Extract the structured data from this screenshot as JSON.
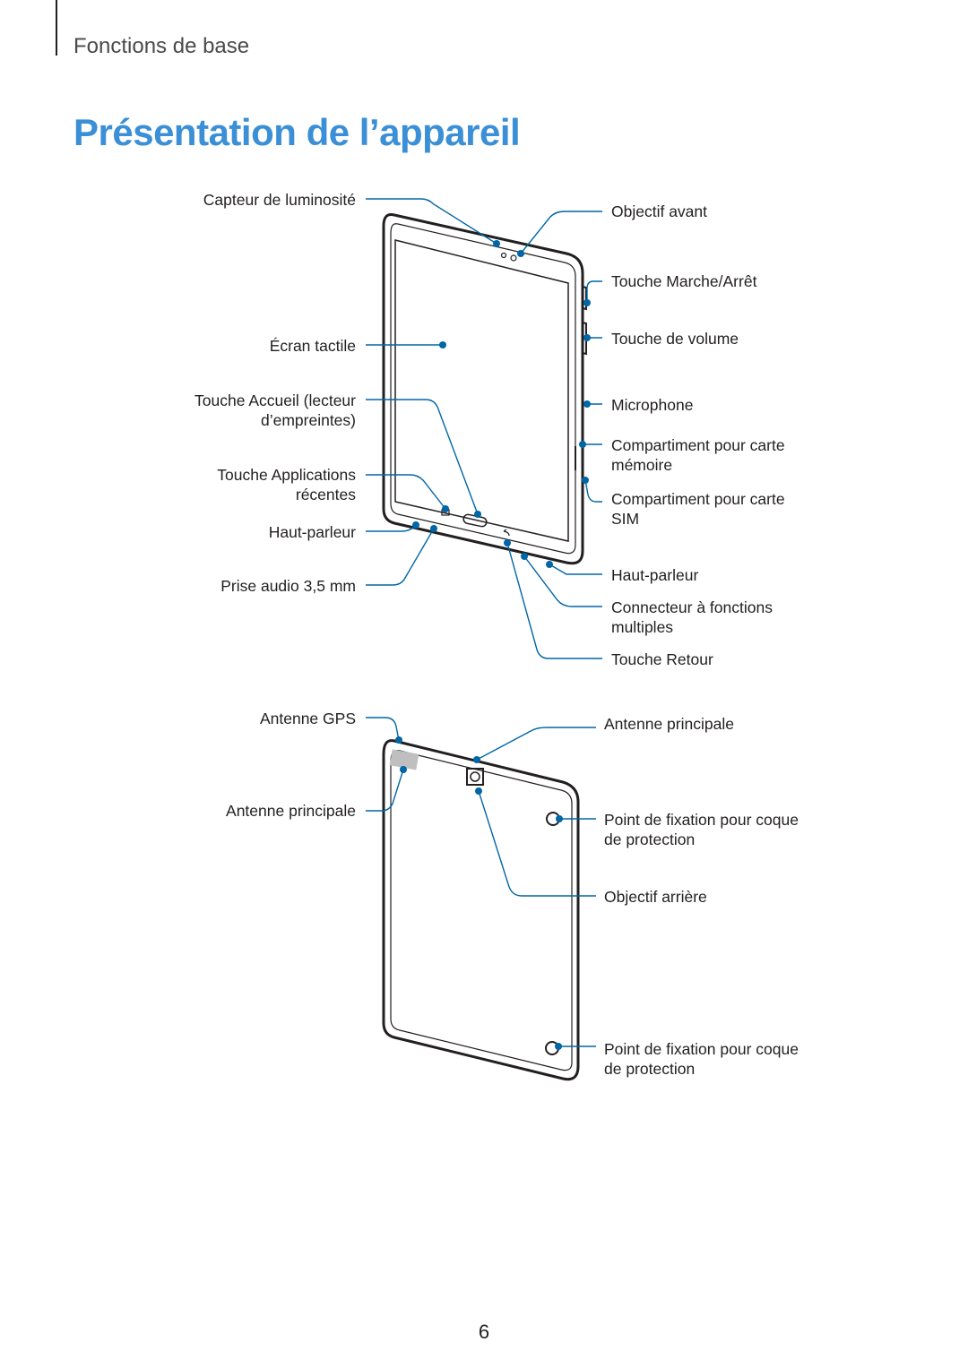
{
  "header": {
    "section": "Fonctions de base"
  },
  "page": {
    "title": "Présentation de l’appareil",
    "number": "6"
  },
  "front_labels": {
    "light_sensor": "Capteur de luminosité",
    "touchscreen": "Écran tactile",
    "home_key_line1": "Touche Accueil (lecteur",
    "home_key_line2": "d’empreintes)",
    "recent_apps_line1": "Touche Applications",
    "recent_apps_line2": "récentes",
    "speaker_left": "Haut-parleur",
    "audio_jack": "Prise audio 3,5 mm",
    "front_camera": "Objectif avant",
    "power_key": "Touche Marche/Arrêt",
    "volume_key": "Touche de volume",
    "microphone": "Microphone",
    "memory_tray_line1": "Compartiment pour carte",
    "memory_tray_line2": "mémoire",
    "sim_tray_line1": "Compartiment pour carte",
    "sim_tray_line2": "SIM",
    "speaker_right": "Haut-parleur",
    "connector_line1": "Connecteur à fonctions",
    "connector_line2": "multiples",
    "back_key": "Touche Retour"
  },
  "back_labels": {
    "gps_antenna": "Antenne GPS",
    "main_antenna_left": "Antenne principale",
    "main_antenna_right": "Antenne principale",
    "cover_point_top_line1": "Point de fixation pour coque",
    "cover_point_top_line2": "de protection",
    "rear_camera": "Objectif arrière",
    "cover_point_bottom_line1": "Point de fixation pour coque",
    "cover_point_bottom_line2": "de protection"
  },
  "colors": {
    "accent": "#3b8fd6",
    "callout": "#0066a6",
    "text": "#231f20"
  }
}
